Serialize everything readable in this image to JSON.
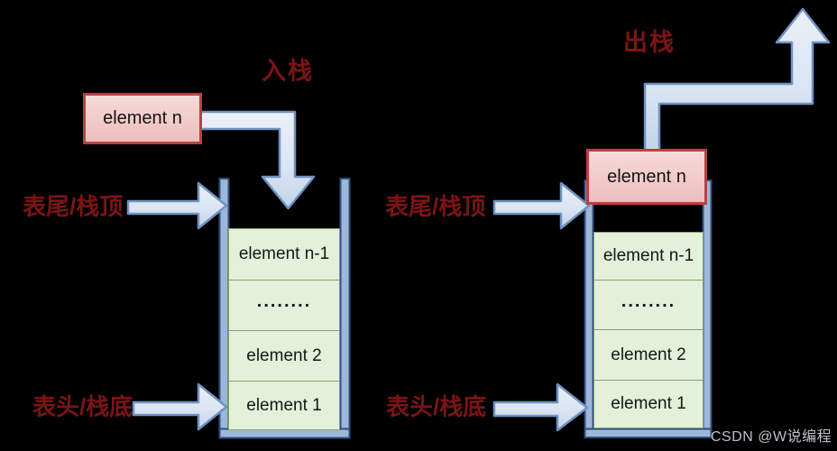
{
  "background": "#000000",
  "colors": {
    "background": "#000000",
    "label_red": "#7b1416",
    "box_border": "#b8423f",
    "box_fill": "#f0c6c6",
    "cell_fill": "#e4f0da",
    "cell_border": "#87a169",
    "wall_fill": "#9db7d8",
    "wall_border": "#2f4f7b",
    "arrow_border": "#6e93c3",
    "watermark_color": "#cdd2d7"
  },
  "left_diagram": {
    "operation_label": "入栈",
    "element_box_label": "element n",
    "top_pointer_label": "表尾/栈顶",
    "bottom_pointer_label": "表头/栈底",
    "cells": [
      "element n-1",
      "........",
      "element 2",
      "element 1"
    ]
  },
  "right_diagram": {
    "operation_label": "出栈",
    "element_box_label": "element n",
    "top_pointer_label": "表尾/栈顶",
    "bottom_pointer_label": "表头/栈底",
    "cells": [
      "element n-1",
      "........",
      "element 2",
      "element 1"
    ]
  },
  "watermark": {
    "text": "CSDN @W说编程"
  }
}
